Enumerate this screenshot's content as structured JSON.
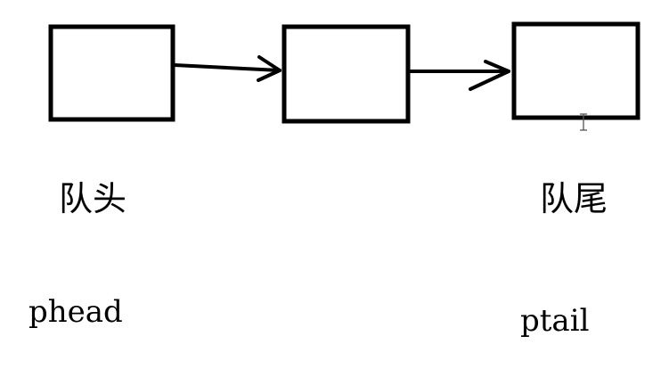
{
  "diagram": {
    "nodes": [
      {
        "id": "node-1"
      },
      {
        "id": "node-2"
      },
      {
        "id": "node-3"
      }
    ],
    "edges": [
      {
        "from": "node-1",
        "to": "node-2"
      },
      {
        "from": "node-2",
        "to": "node-3"
      }
    ],
    "labels": {
      "head_cn": "队头",
      "tail_cn": "队尾",
      "head_ptr": "phead",
      "tail_ptr": "ptail"
    },
    "colors": {
      "stroke": "#000000",
      "background": "#ffffff"
    },
    "icons": {
      "cursor": "text-cursor-icon"
    }
  }
}
